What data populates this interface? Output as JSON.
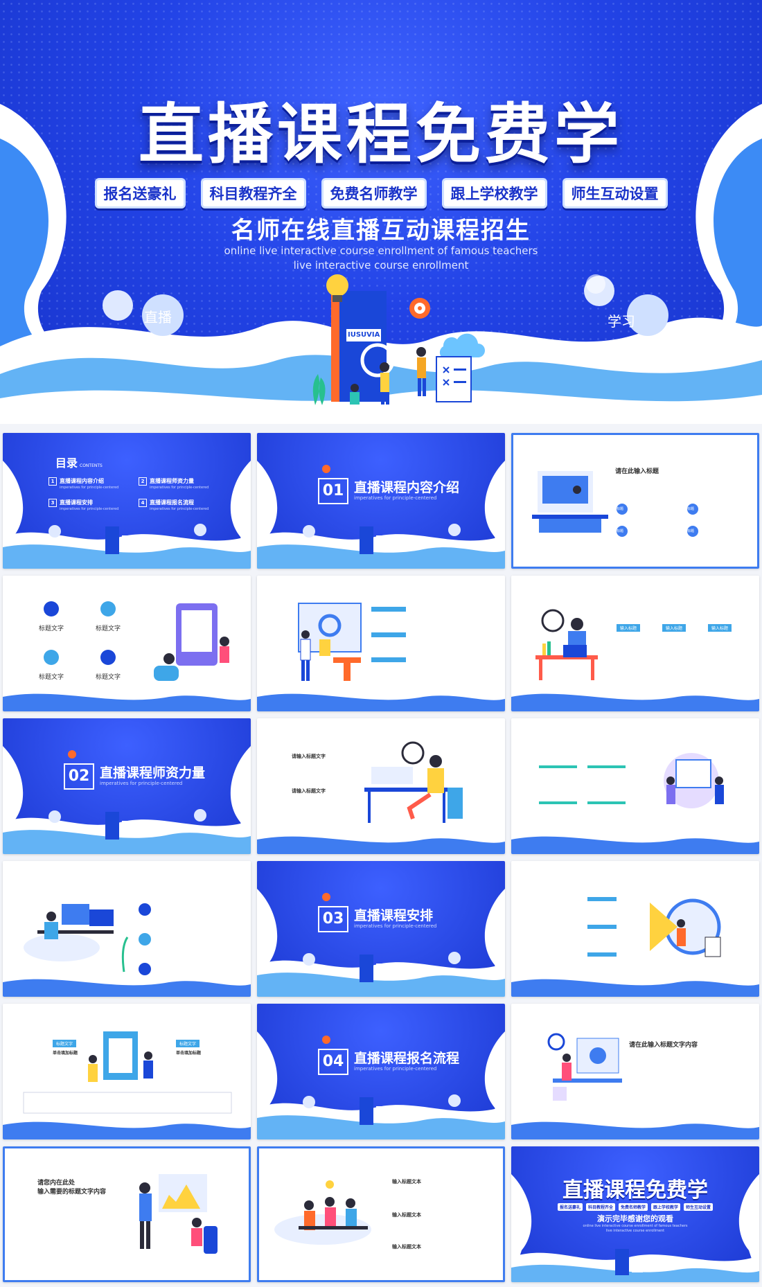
{
  "hero": {
    "title": "直播课程免费学",
    "tags": [
      "报名送豪礼",
      "科目教程齐全",
      "免费名师教学",
      "跟上学校教学",
      "师生互动设置"
    ],
    "subtitle": "名师在线直播互动课程招生",
    "en_line1": "online live interactive course enrollment of famous teachers",
    "en_line2": "live interactive course enrollment",
    "badge_left": "直播",
    "badge_right": "学习",
    "book_label": "IUSUVIA"
  },
  "toc": {
    "title": "目录",
    "title_en": "CONTENTS",
    "items": [
      {
        "no": "1",
        "label": "直播课程内容介绍",
        "en": "imperatives for principle-centered"
      },
      {
        "no": "2",
        "label": "直播课程师资力量",
        "en": "imperatives for principle-centered"
      },
      {
        "no": "3",
        "label": "直播课程安排",
        "en": "imperatives for principle-centered"
      },
      {
        "no": "4",
        "label": "直播课程报名流程",
        "en": "imperatives for principle-centered"
      }
    ]
  },
  "sections": [
    {
      "no": "01",
      "title": "直播课程内容介绍",
      "en": "imperatives for principle-centered"
    },
    {
      "no": "02",
      "title": "直播课程师资力量",
      "en": "imperatives for principle-centered"
    },
    {
      "no": "03",
      "title": "直播课程安排",
      "en": "imperatives for principle-centered"
    },
    {
      "no": "04",
      "title": "直播课程报名流程",
      "en": "imperatives for principle-centered"
    }
  ],
  "slide3": {
    "heading": "请在此输入标题",
    "label": "标题"
  },
  "slide4": {
    "label": "标题文字"
  },
  "slide6": {
    "label": "输入标题"
  },
  "slide8": {
    "text": "请输入标题文字"
  },
  "slide13": {
    "label": "标题文字",
    "sub": "单击填加标题"
  },
  "slide15": {
    "heading": "请在此输入标题文字内容"
  },
  "slide16": {
    "heading1": "请您内在此处",
    "heading2": "输入需要的标题文字内容"
  },
  "slide17": {
    "label": "输入标题文本"
  },
  "ending": {
    "title": "直播课程免费学",
    "tags": [
      "报名送豪礼",
      "科目教程齐全",
      "免费名师教学",
      "跟上学校教学",
      "师生互动设置"
    ],
    "subtitle": "演示完毕感谢您的观看",
    "en_line1": "online live interactive course enrollment of famous teachers",
    "en_line2": "live interactive course enrollment"
  },
  "colors": {
    "primary": "#1f3fe0",
    "light": "#3ea6e8",
    "accent": "#f5a623"
  }
}
